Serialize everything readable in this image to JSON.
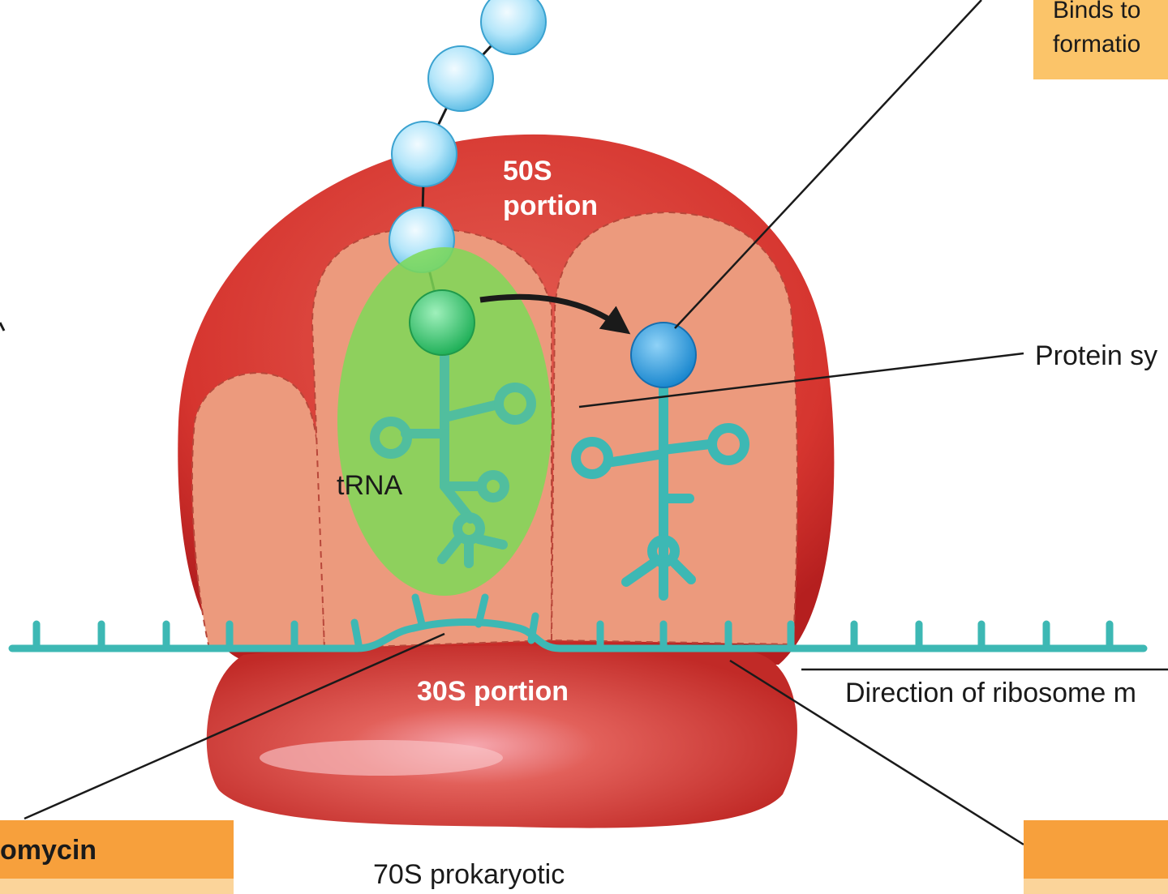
{
  "labels": {
    "top_box_line1": "Binds to",
    "top_box_line2": "formatio",
    "portion_50s_line1": "50S",
    "portion_50s_line2": "portion",
    "protein_synthesis": "Protein sy",
    "trna": "tRNA",
    "portion_30s": "30S portion",
    "direction": "Direction of ribosome m",
    "left_box": "omycin",
    "ribosome_type": "70S prokaryotic"
  },
  "colors": {
    "ribosome_red": "#d32f2f",
    "ribosome_inner": "#ec9a7d",
    "subunit_30s": "#cc3a35",
    "trna_teal": "#3db8b4",
    "chain_bead": "#aee3f7",
    "highlight_green": "#7ed957",
    "bead_green": "#3fd07a",
    "bead_blue": "#36a8e8",
    "box_light_orange": "#fbc469",
    "box_orange": "#f7a03c"
  }
}
